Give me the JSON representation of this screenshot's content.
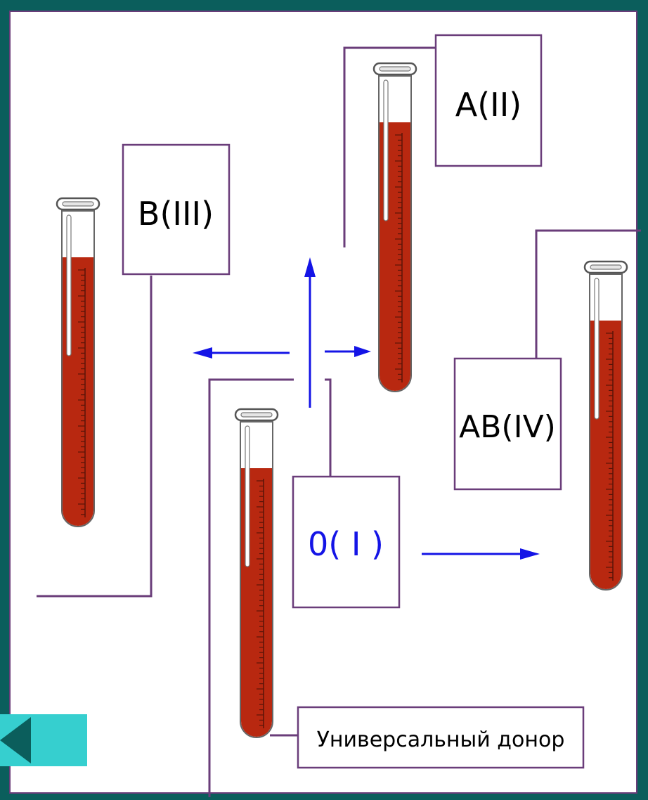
{
  "colors": {
    "frame": "#0b5e5c",
    "background": "#ffffff",
    "box_border": "#6a3d7a",
    "blood": "#b82810",
    "arrow": "#1414e6",
    "donor_label": "#1414e6",
    "nav_button": "#36cfcf",
    "nav_arrow": "#0b5e5c"
  },
  "labels": {
    "a2": "A(II)",
    "b3": "B(III)",
    "ab4": "AB(IV)",
    "o1": "0( I )",
    "universal_donor": "Универсальный донор"
  },
  "navigation": {
    "back_icon": "triangle-left-icon"
  }
}
